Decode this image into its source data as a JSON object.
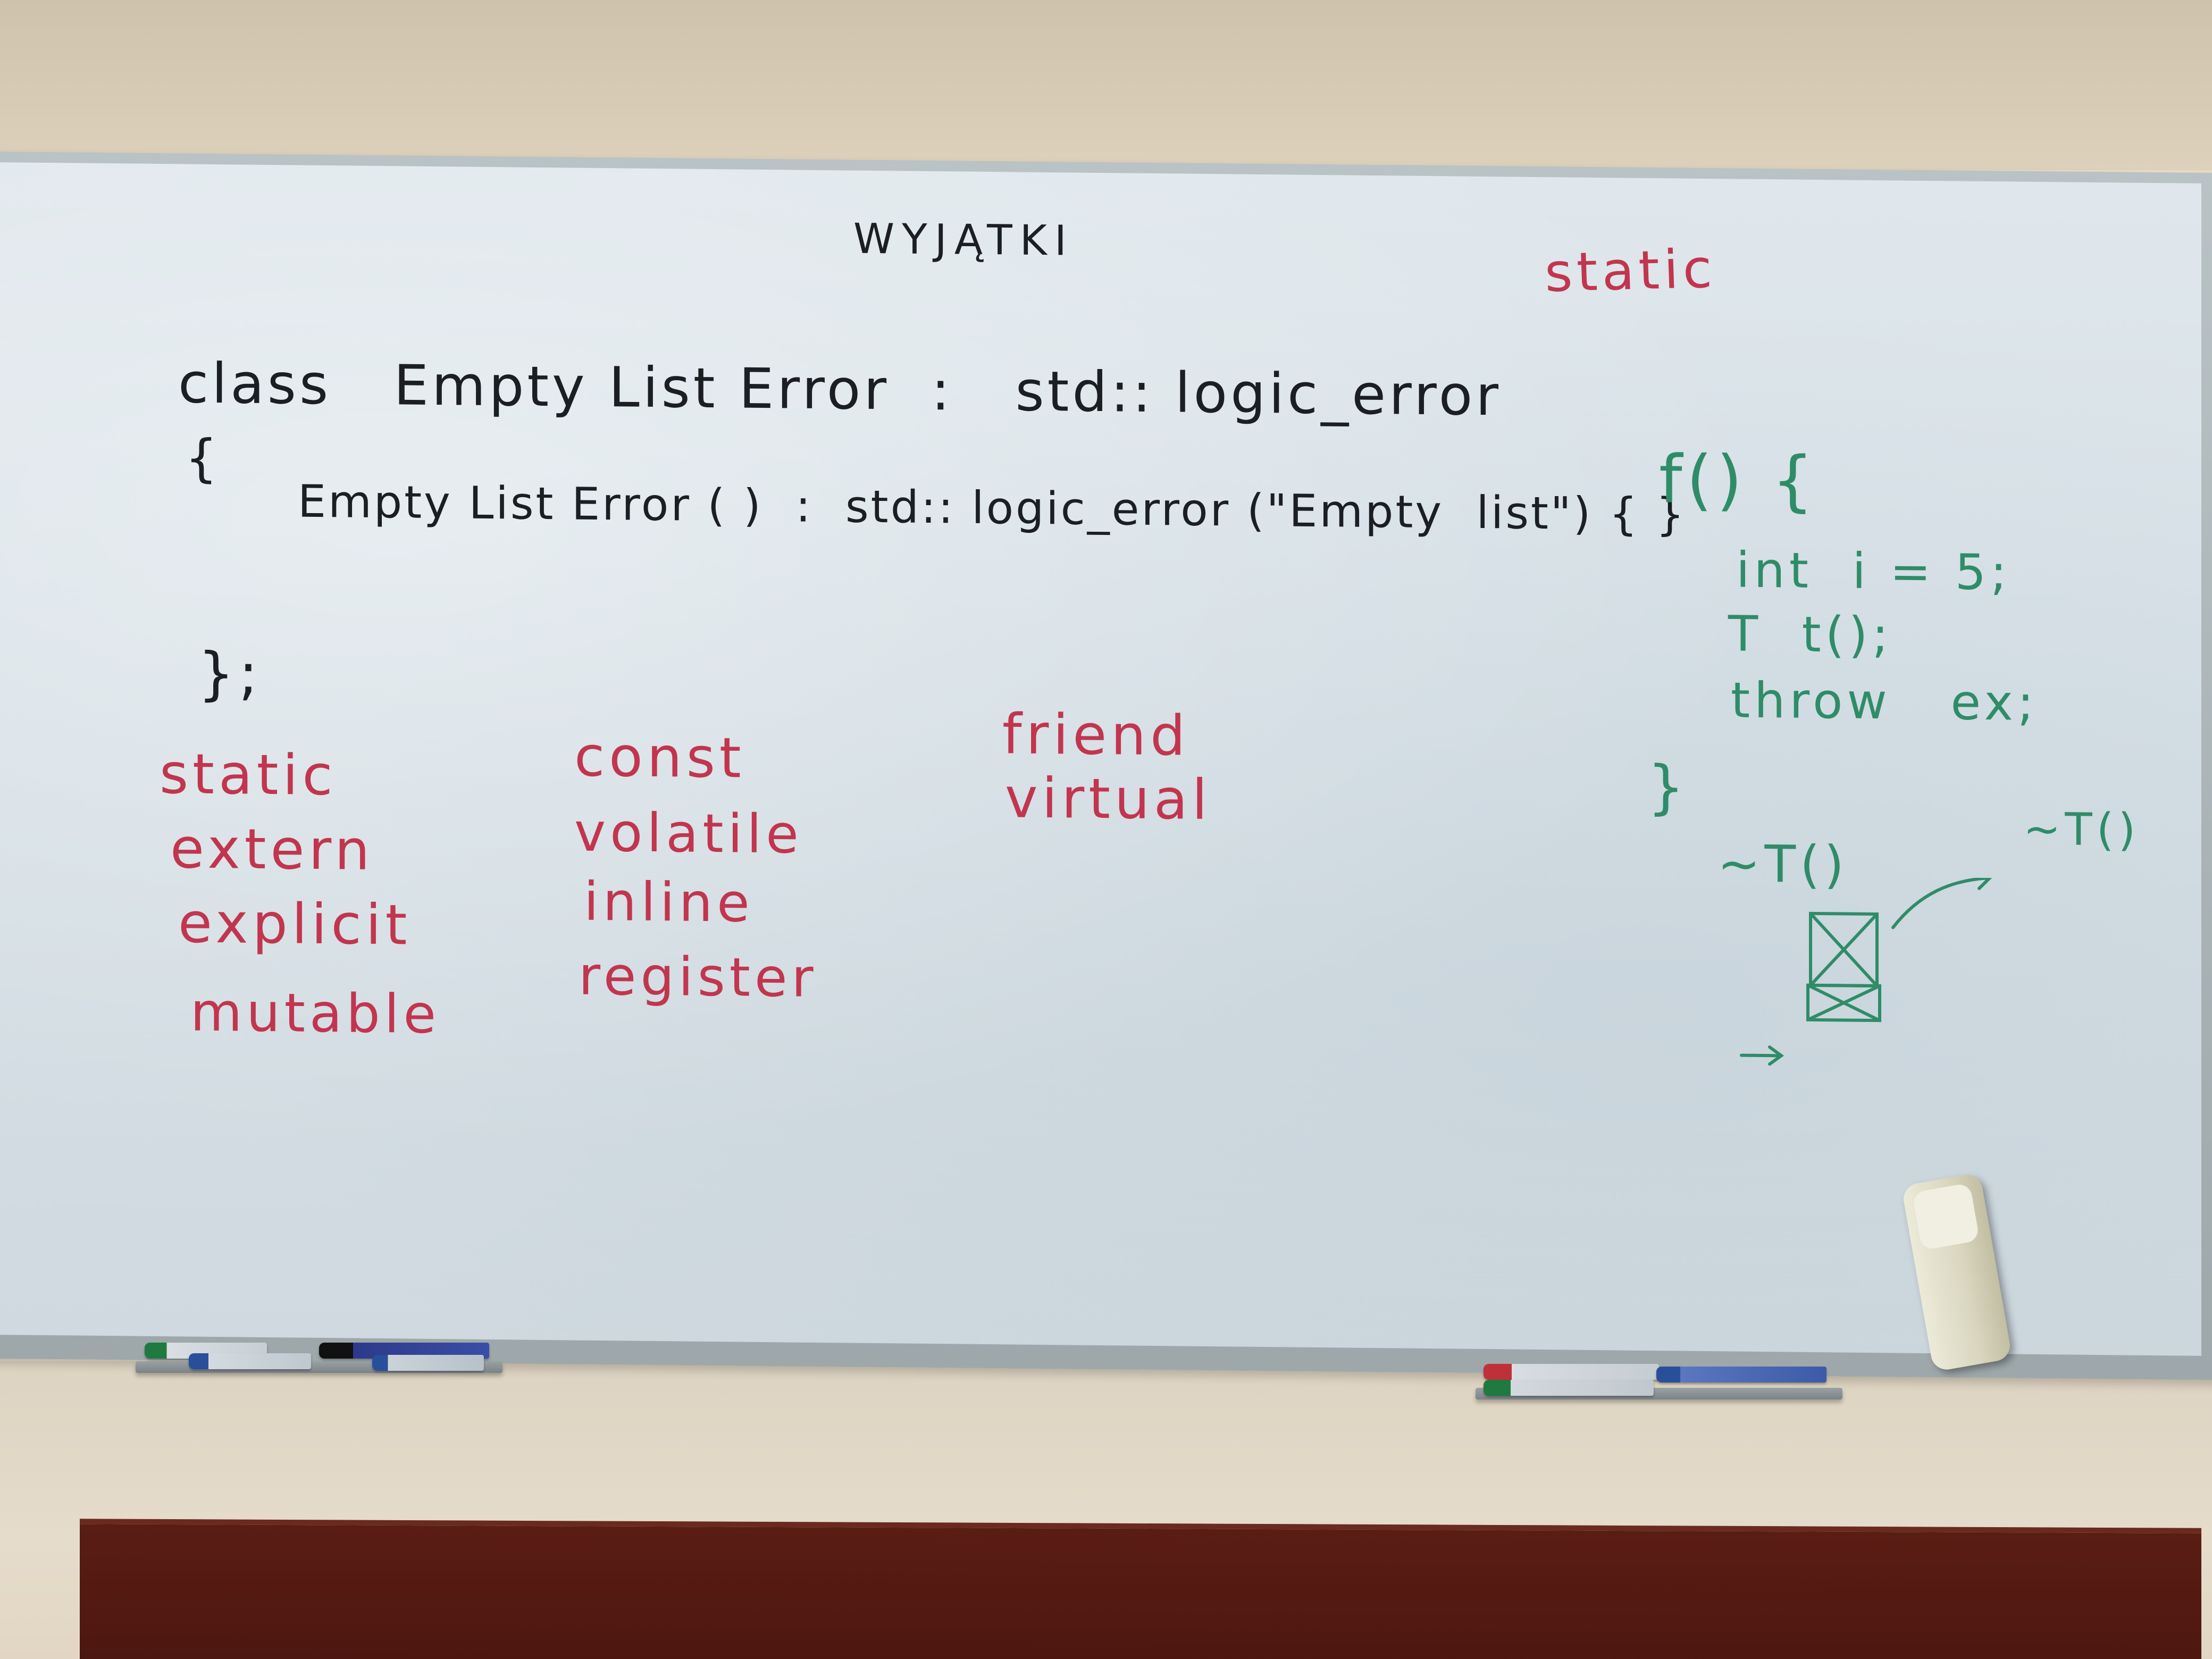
{
  "board": {
    "title": "WYJĄTKI",
    "top_right": "static",
    "code_black": [
      "class   Empty List Error  :   std:: logic_error",
      "{",
      "Empty List Error ( )  :  std:: logic_error (\"Empty  list\") { }",
      "};"
    ],
    "keywords_red": {
      "col1": [
        "static",
        "extern",
        "explicit",
        "mutable"
      ],
      "col2": [
        "const",
        "volatile",
        "inline",
        "register"
      ],
      "col3": [
        "friend",
        "virtual"
      ]
    },
    "code_green": [
      "f() {",
      "int  i = 5;",
      "T  t();",
      "throw   ex;",
      "}"
    ],
    "diagram_green": {
      "destructor_left": "~T()",
      "destructor_right": "~T()"
    }
  },
  "colors": {
    "wall": "#e7dccb",
    "board": "#d9e2e7",
    "ink_black": "#1b1e22",
    "ink_red": "#c2354f",
    "ink_green": "#2f8c68",
    "panel": "#5a1d14"
  }
}
